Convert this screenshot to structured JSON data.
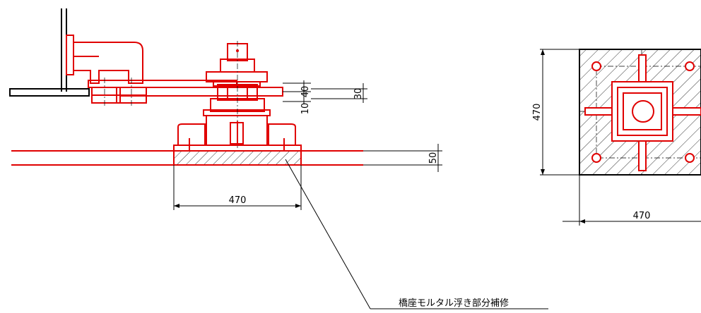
{
  "dimensions": {
    "side_width": "470",
    "bolt_40": "40",
    "bolt_30": "30",
    "bolt_10": "10",
    "mortar_50": "50",
    "plan_height": "470",
    "plan_width": "470"
  },
  "note": {
    "repair_label": "橋座モルタル浮き部分補修"
  },
  "colors": {
    "new_parts": "#e00000",
    "existing": "#000000"
  }
}
